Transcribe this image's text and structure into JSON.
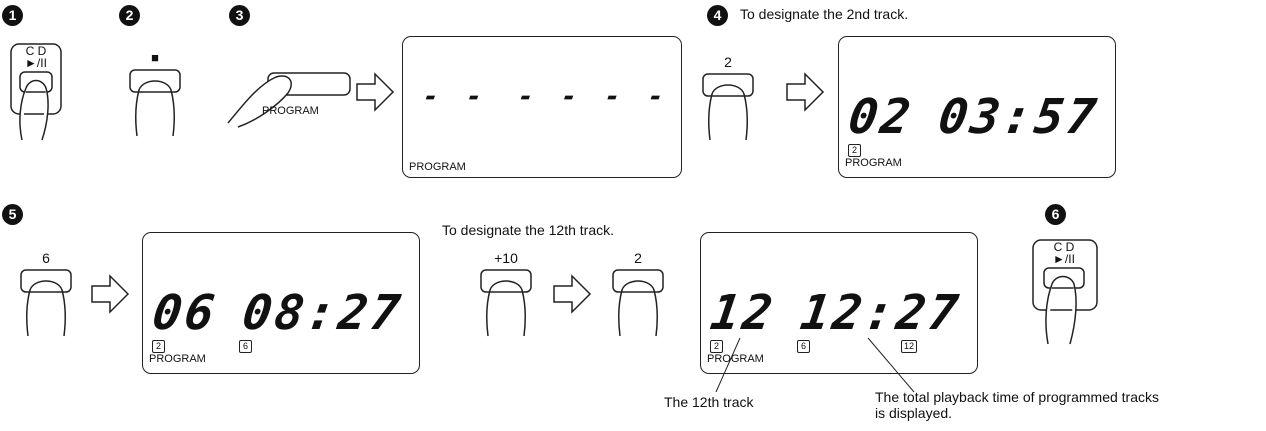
{
  "steps": [
    "1",
    "2",
    "3",
    "4",
    "5",
    "6"
  ],
  "buttons": {
    "cd_play": {
      "line1": "C D",
      "line2": "►/II"
    },
    "stop": {
      "symbol": "■"
    },
    "program": {
      "label": "PROGRAM"
    },
    "key_2": "2",
    "key_6": "6",
    "key_plus10": "+10"
  },
  "captions": {
    "step4": "To designate the 2nd track.",
    "step5": "To designate the 12th track.",
    "track12": "The 12th track",
    "total_line1": "The total playback time of programmed tracks",
    "total_line2": "is displayed."
  },
  "displays": {
    "d1": {
      "track": "- -",
      "time": "- - - -",
      "label": "PROGRAM"
    },
    "d2": {
      "track": "02",
      "time": "03:57",
      "label": "PROGRAM",
      "boxes": [
        "2"
      ]
    },
    "d3": {
      "track": "06",
      "time": "08:27",
      "label": "PROGRAM",
      "boxes": [
        "2",
        "6"
      ]
    },
    "d4": {
      "track": "12",
      "time": "12:27",
      "label": "PROGRAM",
      "boxes": [
        "2",
        "6",
        "12"
      ]
    }
  }
}
